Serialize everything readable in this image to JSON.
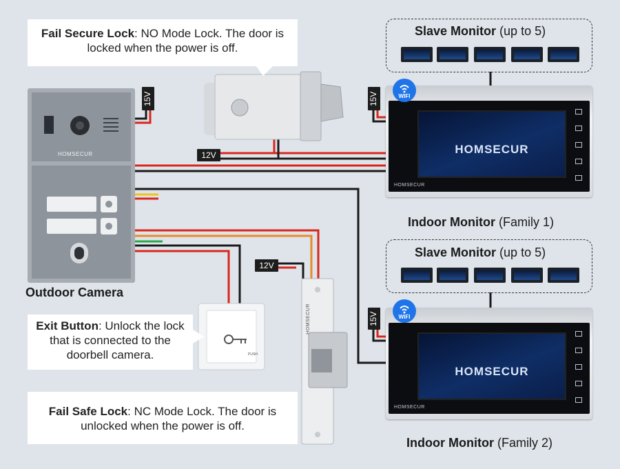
{
  "callouts": {
    "fail_secure": {
      "title": "Fail Secure Lock",
      "text": ": NO Mode Lock. The door is locked when the power is off."
    },
    "exit_button": {
      "title": "Exit Button",
      "text": ": Unlock the lock that is connected to the doorbell camera."
    },
    "fail_safe": {
      "title": "Fail Safe Lock",
      "text": ": NC Mode Lock. The door is unlocked when the power is off."
    }
  },
  "labels": {
    "outdoor_camera": "Outdoor Camera",
    "indoor_monitor_1": {
      "name": "Indoor Monitor",
      "family": "(Family 1)"
    },
    "indoor_monitor_2": {
      "name": "Indoor Monitor",
      "family": "(Family 2)"
    },
    "slave_monitor_1": {
      "name": "Slave Monitor",
      "note": "(up to 5)"
    },
    "slave_monitor_2": {
      "name": "Slave Monitor",
      "note": "(up to 5)"
    }
  },
  "voltages": {
    "camera_power": "15V",
    "monitor1_power": "15V",
    "monitor2_power": "15V",
    "fail_secure_power": "12V",
    "fail_safe_power": "12V"
  },
  "brand": "HOMSECUR",
  "brand_small": "HOMSECUR",
  "wifi_label": "WIFI",
  "exit_button_text": "PUSH",
  "colors": {
    "background": "#dfe4ea",
    "wire_red": "#d9261c",
    "wire_black": "#1a1a1a",
    "wire_yellow": "#f0c419",
    "wire_orange": "#e8892b",
    "wire_green": "#2aa84a",
    "wifi_blue": "#1f74e8"
  }
}
